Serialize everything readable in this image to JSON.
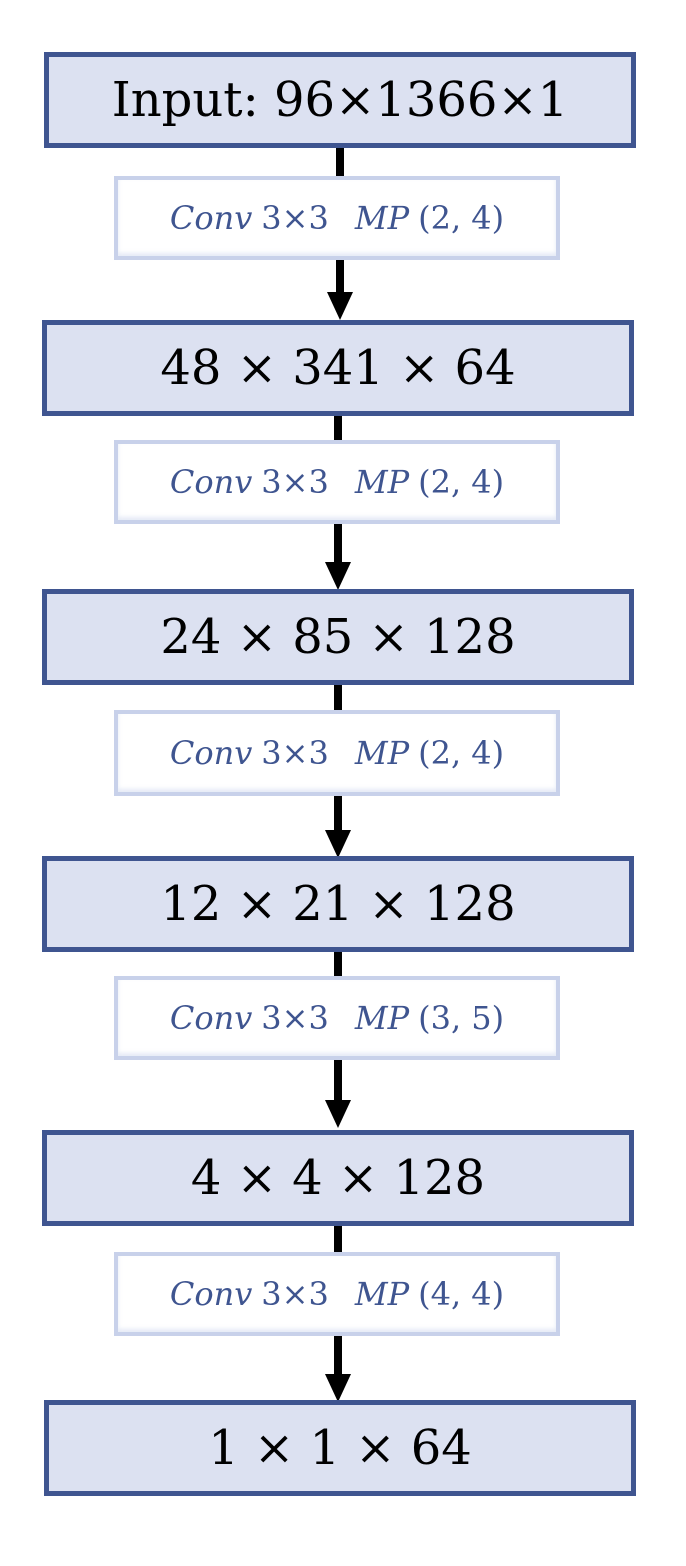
{
  "layers": [
    {
      "shape": "Input:  96×1366×1"
    },
    {
      "shape": "48 × 341 × 64"
    },
    {
      "shape": "24 × 85 × 128"
    },
    {
      "shape": "12 × 21 × 128"
    },
    {
      "shape": "4 × 4 × 128"
    },
    {
      "shape": "1 × 1 × 64"
    }
  ],
  "operations": [
    {
      "conv": "Conv",
      "kernel": "3×3",
      "mp": "MP",
      "pool": "(2, 4)"
    },
    {
      "conv": "Conv",
      "kernel": "3×3",
      "mp": "MP",
      "pool": "(2, 4)"
    },
    {
      "conv": "Conv",
      "kernel": "3×3",
      "mp": "MP",
      "pool": "(2, 4)"
    },
    {
      "conv": "Conv",
      "kernel": "3×3",
      "mp": "MP",
      "pool": "(3, 5)"
    },
    {
      "conv": "Conv",
      "kernel": "3×3",
      "mp": "MP",
      "pool": "(4, 4)"
    }
  ],
  "colors": {
    "box_fill": "#dce1f1",
    "box_border": "#3f5590",
    "label_text": "#3f5590",
    "arrow": "#000000"
  }
}
